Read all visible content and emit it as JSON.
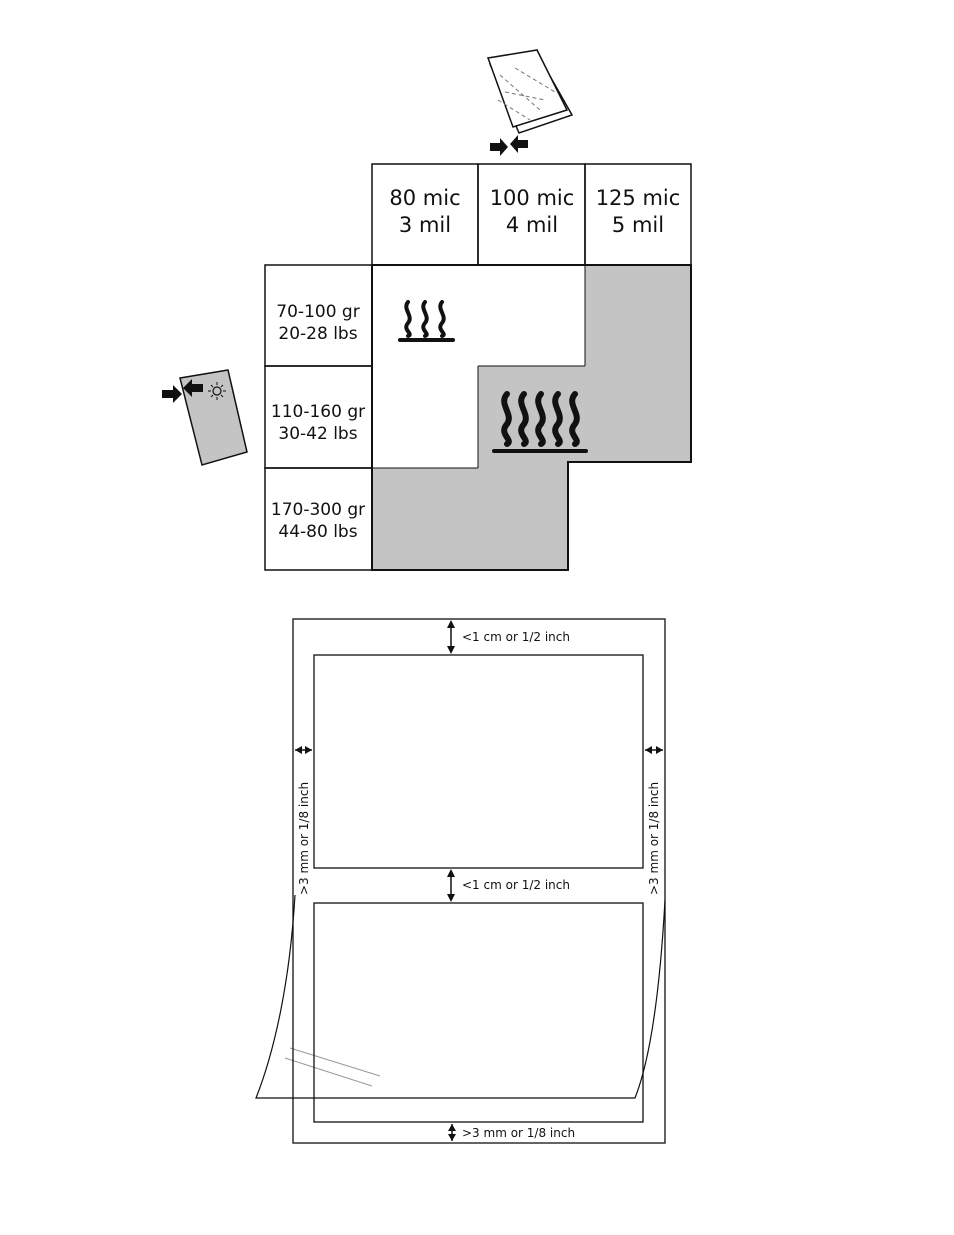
{
  "table": {
    "columns": [
      {
        "mic": "80 mic",
        "mil": "3 mil"
      },
      {
        "mic": "100 mic",
        "mil": "4 mil"
      },
      {
        "mic": "125 mic",
        "mil": "5 mil"
      }
    ],
    "rows": [
      {
        "gr": "70-100 gr",
        "lbs": "20-28 lbs"
      },
      {
        "gr": "110-160 gr",
        "lbs": "30-42 lbs"
      },
      {
        "gr": "170-300 gr",
        "lbs": "44-80 lbs"
      }
    ],
    "cells": [
      [
        "low-heat-icon",
        "",
        "not-recommended"
      ],
      [
        "",
        "high-heat-icon",
        "not-recommended"
      ],
      [
        "not-recommended",
        "not-recommended",
        ""
      ]
    ],
    "colors": {
      "shaded": "#c4c4c4",
      "line": "#111111"
    }
  },
  "margins": {
    "top": "<1 cm or 1/2 inch",
    "between": "<1 cm or 1/2 inch",
    "bottom": ">3 mm or 1/8 inch",
    "left": ">3 mm or 1/8 inch",
    "right": ">3 mm or 1/8 inch"
  }
}
